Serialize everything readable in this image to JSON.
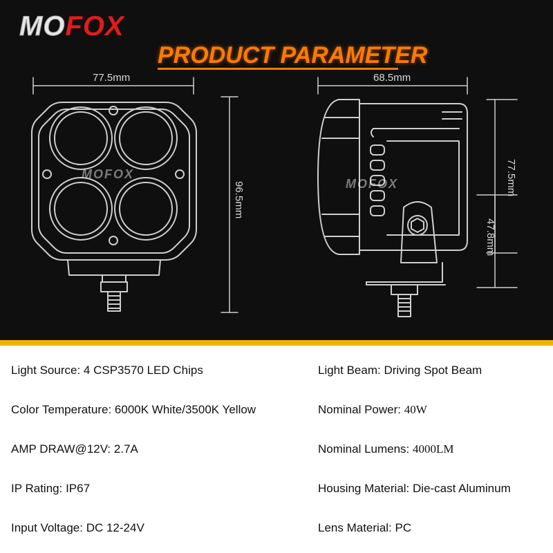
{
  "brand": {
    "part1": "MO",
    "part2": "FOX"
  },
  "heading": "PRODUCT PARAMETER",
  "dimensions": {
    "front_width": "77.5mm",
    "front_height": "96.5mm",
    "side_width": "68.5mm",
    "side_height": "77.5mm",
    "side_mount_height": "47.8mm"
  },
  "watermark": "MOFOX",
  "specs": {
    "left": [
      {
        "label": "Light Source: ",
        "value": "4 CSP3570 LED Chips"
      },
      {
        "label": "Color Temperature: ",
        "value": "6000K White/3500K Yellow"
      },
      {
        "label": "AMP DRAW@12V: ",
        "value": "2.7A"
      },
      {
        "label": "IP Rating: ",
        "value": "IP67"
      },
      {
        "label": "Input Voltage: ",
        "value": "DC 12-24V"
      }
    ],
    "right": [
      {
        "label": "Light Beam: ",
        "value": "Driving Spot Beam"
      },
      {
        "label": "Nominal Power: ",
        "value": "40W"
      },
      {
        "label": "Nominal Lumens: ",
        "value": "4000LM"
      },
      {
        "label": "Housing Material: ",
        "value": "Die-cast Aluminum"
      },
      {
        "label": "Lens Material: ",
        "value": "PC"
      }
    ]
  },
  "colors": {
    "background_top": "#0f0f0f",
    "accent_orange": "#ff7a00",
    "accent_yellow": "#f0b400",
    "brand_red": "#e31b1b"
  }
}
